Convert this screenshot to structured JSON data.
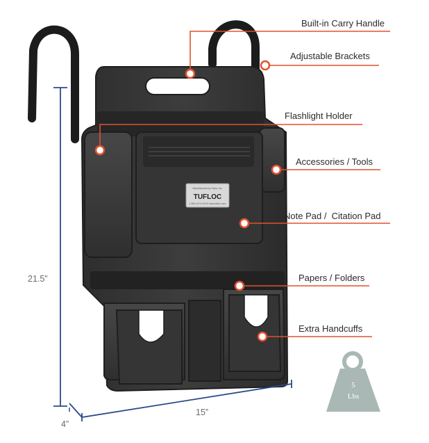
{
  "callouts": [
    {
      "label": "Built-in Carry Handle"
    },
    {
      "label": "Adjustable Brackets"
    },
    {
      "label": "Flashlight Holder"
    },
    {
      "label": "Accessories / Tools"
    },
    {
      "label": "Note Pad /  Citation Pad"
    },
    {
      "label": "Papers / Folders"
    },
    {
      "label": "Extra Handcuffs"
    }
  ],
  "dimensions": {
    "height": "21.5”",
    "depth": "4”",
    "width": "15”"
  },
  "weight": {
    "value": "5",
    "unit": "Lbs"
  },
  "product": {
    "brand": "TUFLOC",
    "tag_line1": "Manufactured by Tufloc Inc.",
    "tag_line2": "1-800-XXX-XXXX  www.tufloc.com"
  },
  "colors": {
    "callout": "#e0522f",
    "dimension": "#2a4a8a",
    "organizer": "#3a3a3a",
    "weight_icon": "#a9b8b4"
  }
}
